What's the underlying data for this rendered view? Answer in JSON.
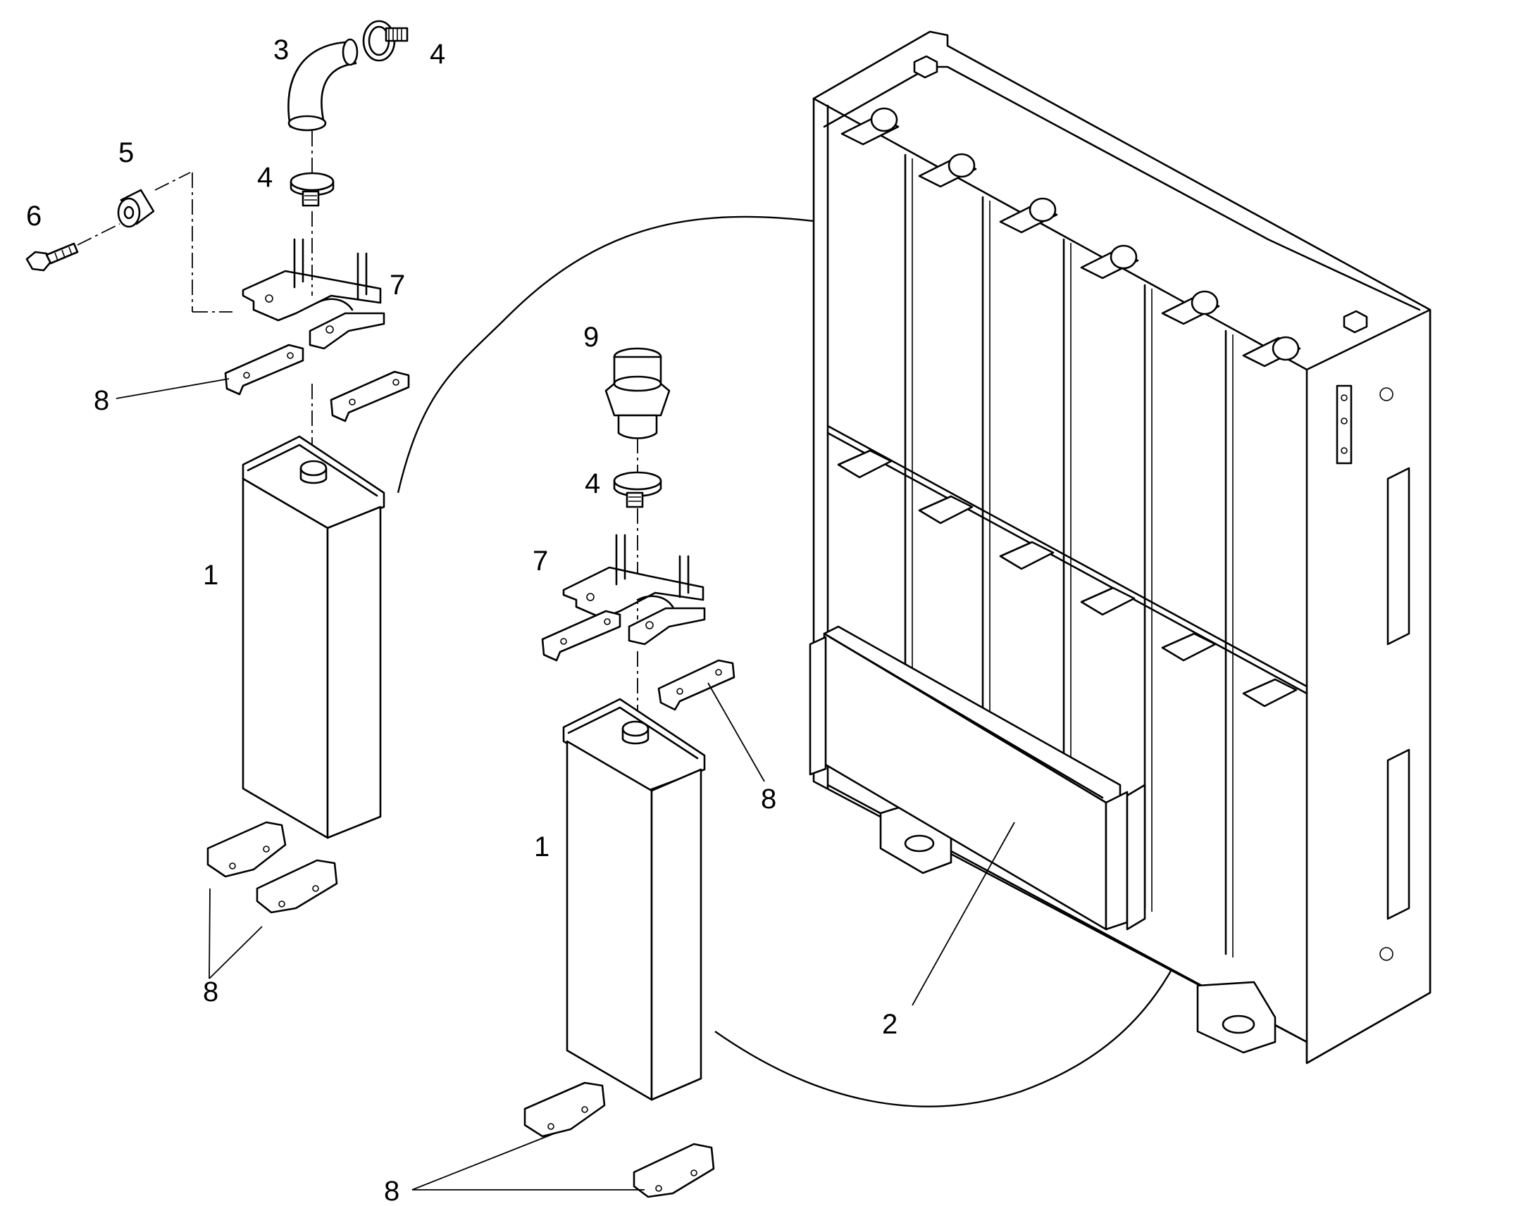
{
  "callouts": {
    "left": {
      "hose": "3",
      "clamp_top": "4",
      "clamp_mid": "4",
      "spacer": "5",
      "bolt": "6",
      "bracket": "7",
      "pads": "8",
      "core": "1",
      "pads_bottom": "8"
    },
    "center": {
      "adapter": "9",
      "clamp": "4",
      "bracket": "7",
      "core": "1",
      "pads_right": "8",
      "pads_bottom": "8"
    },
    "right": {
      "cooler": "2"
    }
  }
}
